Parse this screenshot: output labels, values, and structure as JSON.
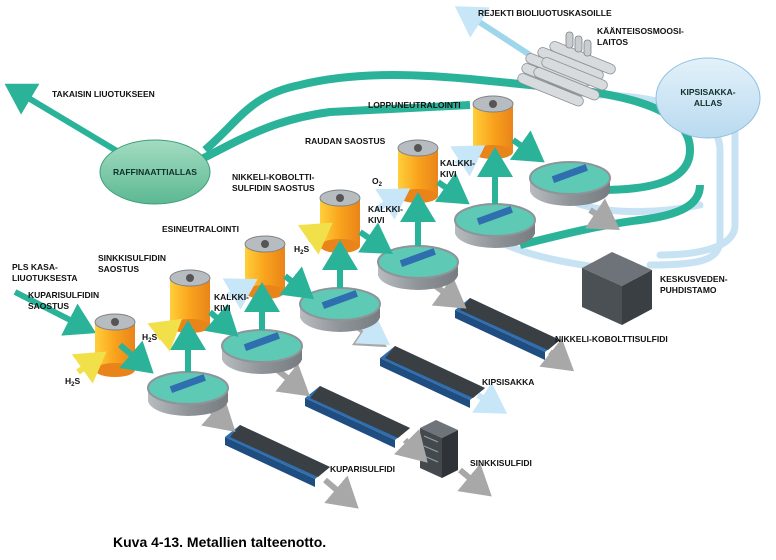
{
  "caption": "Kuva 4-13. Metallien talteenotto.",
  "labels": {
    "reject_bioleach": "REJEKTI BIOLIUOTUSKASOILLE",
    "reverse_osmosis_1": "KÄÄNTEISOSMOOSI-",
    "reverse_osmosis_2": "LAITOS",
    "back_to_leach": "TAKAISIN LIUOTUKSEEN",
    "gypsum_pond_1": "KIPSISAKKA-",
    "gypsum_pond_2": "ALLAS",
    "raffinate_pond": "RAFFINAATTIALLAS",
    "final_neutral": "LOPPUNEUTRALOINTI",
    "iron_precip": "RAUDAN SAOSTUS",
    "nico_1": "NIKKELI-KOBOLTTI-",
    "nico_2": "SULFIDIN SAOSTUS",
    "preneutral": "ESINEUTRALOINTI",
    "zinc_1": "SINKKISULFIDIN",
    "zinc_2": "SAOSTUS",
    "pls_1": "PLS KASA-",
    "pls_2": "LIUOTUKSESTA",
    "copper_1": "KUPARISULFIDIN",
    "copper_2": "SAOSTUS",
    "h2s": "H",
    "h2s_sub": "2",
    "h2s_tail": "S",
    "o2": "O",
    "o2_sub": "2",
    "lime_1": "KALKKI-",
    "lime_2": "KIVI",
    "wwtp_1": "KESKUSVEDEN-",
    "wwtp_2": "PUHDISTAMO",
    "product_nico": "NIKKELI-KOBOLTTISULFIDI",
    "product_gypsum": "KIPSISAKKA",
    "product_zinc": "SINKKISULFIDI",
    "product_copper": "KUPARISULFIDI"
  },
  "colors": {
    "teal_pipe": "#2bb39a",
    "light_blue_pipe": "#bfe0f2",
    "reactor_orange": "#f7a21b",
    "reactor_yellow": "#ffd24a",
    "thickener_teal": "#5ec9b5",
    "thickener_grey": "#9ea3a8",
    "conveyor_blue": "#2f6fb0",
    "grey_arrow": "#a8a8a8",
    "pond_fill": "#7fcfae",
    "gypsum_pond_fill": "#cfe6f4",
    "wwtp_box": "#555b60"
  },
  "icons": [
    "reactor-tank",
    "thickener-tank",
    "conveyor-belt",
    "filter-press",
    "membrane-unit",
    "arrow"
  ]
}
